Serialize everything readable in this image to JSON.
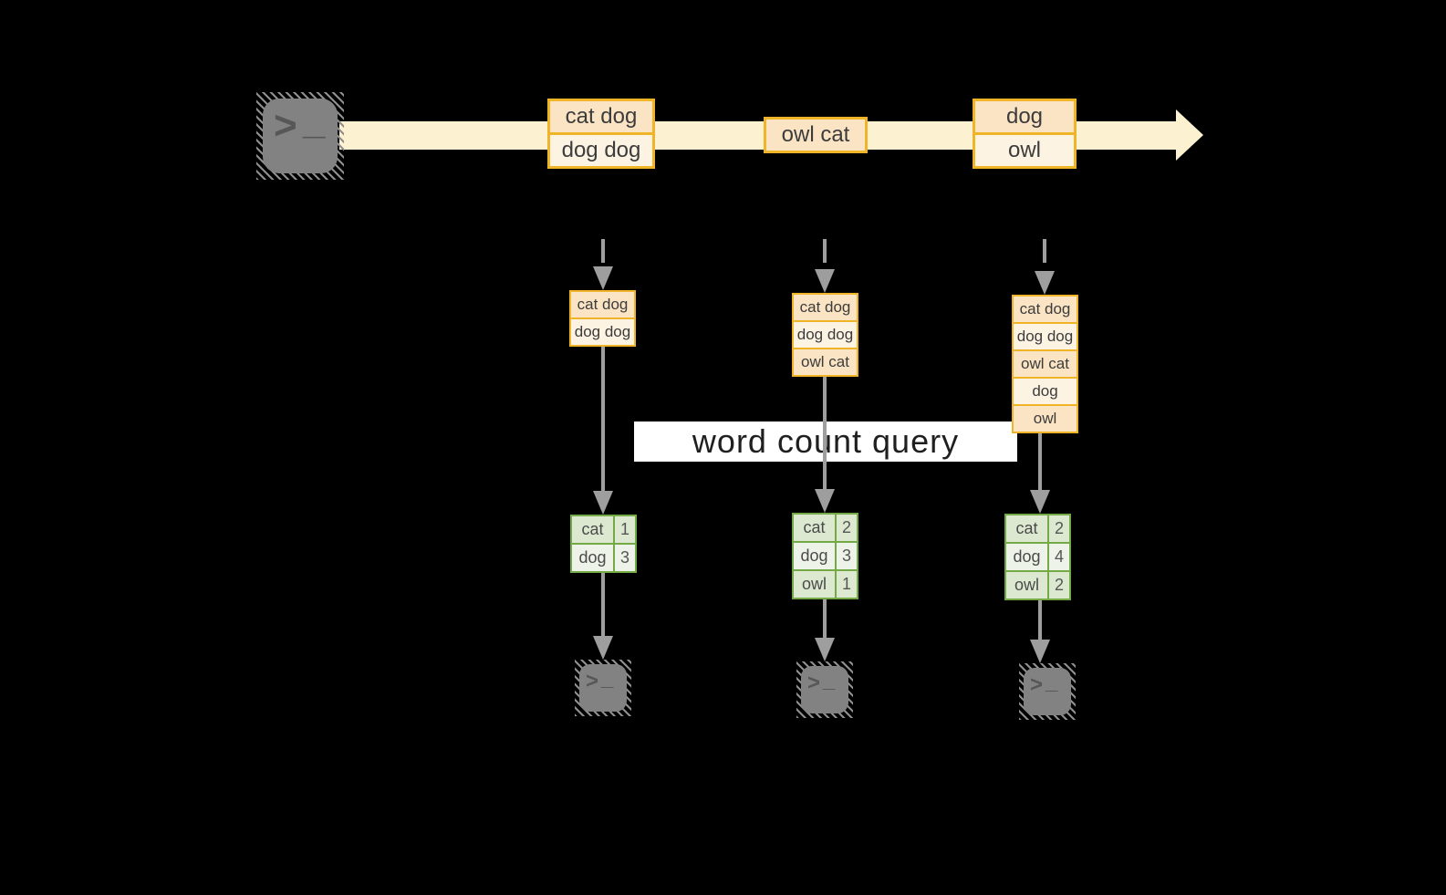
{
  "colors": {
    "background": "#000000",
    "stream_band": "#fcf2d1",
    "event_border": "#f0b429",
    "event_fill_dark": "#fbe4c4",
    "event_fill_light": "#fdf3e3",
    "table_border": "#74aa45",
    "table_fill_dark": "#dce9d0",
    "table_fill_light": "#edf3e8",
    "arrow_gray": "#9e9e9e",
    "terminal_gray": "#828282",
    "banner_bg": "#ffffff",
    "text_dark": "#3c3c3c"
  },
  "terminal": {
    "prompt_symbol": ">",
    "cursor_symbol": "_"
  },
  "query_label": "word count query",
  "stream": {
    "events": [
      {
        "lines": [
          "cat dog",
          "dog dog"
        ]
      },
      {
        "lines": [
          "owl cat"
        ]
      },
      {
        "lines": [
          "dog",
          "owl"
        ]
      }
    ]
  },
  "columns": [
    {
      "buffer": [
        "cat dog",
        "dog dog"
      ],
      "counts": [
        {
          "word": "cat",
          "count": "1"
        },
        {
          "word": "dog",
          "count": "3"
        }
      ]
    },
    {
      "buffer": [
        "cat dog",
        "dog dog",
        "owl cat"
      ],
      "counts": [
        {
          "word": "cat",
          "count": "2"
        },
        {
          "word": "dog",
          "count": "3"
        },
        {
          "word": "owl",
          "count": "1"
        }
      ]
    },
    {
      "buffer": [
        "cat dog",
        "dog dog",
        "owl cat",
        "dog",
        "owl"
      ],
      "counts": [
        {
          "word": "cat",
          "count": "2"
        },
        {
          "word": "dog",
          "count": "4"
        },
        {
          "word": "owl",
          "count": "2"
        }
      ]
    }
  ]
}
